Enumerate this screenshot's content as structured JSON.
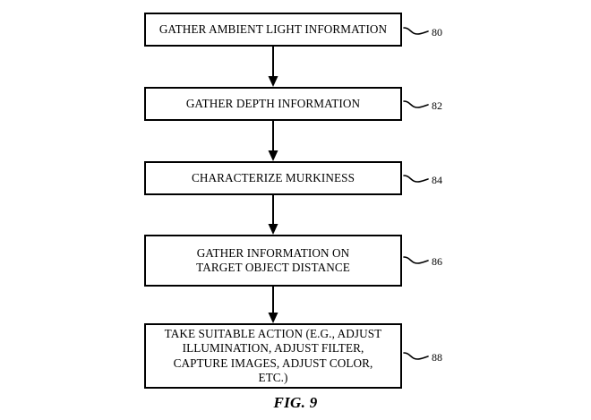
{
  "figure": {
    "caption": "FIG. 9",
    "type": "patent-flowchart",
    "title": "Method for underwater / murky-environment image capture"
  },
  "steps": [
    {
      "ref": "80",
      "label": "GATHER AMBIENT LIGHT INFORMATION",
      "lines": [
        "GATHER AMBIENT LIGHT INFORMATION"
      ]
    },
    {
      "ref": "82",
      "label": "GATHER DEPTH  INFORMATION",
      "lines": [
        "GATHER DEPTH  INFORMATION"
      ]
    },
    {
      "ref": "84",
      "label": "CHARACTERIZE MURKINESS",
      "lines": [
        "CHARACTERIZE MURKINESS"
      ]
    },
    {
      "ref": "86",
      "label": "GATHER INFORMATION ON\nTARGET OBJECT DISTANCE",
      "lines": [
        "GATHER INFORMATION ON",
        "TARGET OBJECT DISTANCE"
      ]
    },
    {
      "ref": "88",
      "label": "TAKE SUITABLE ACTION (E.G., ADJUST\nILLUMINATION, ADJUST FILTER,\nCAPTURE IMAGES, ADJUST COLOR,\nETC.)",
      "lines": [
        "TAKE SUITABLE ACTION (E.G., ADJUST",
        "ILLUMINATION, ADJUST FILTER,",
        "CAPTURE IMAGES, ADJUST COLOR,",
        "ETC.)"
      ]
    }
  ],
  "connectors": [
    {
      "from": "80",
      "to": "82",
      "arrow": "down"
    },
    {
      "from": "82",
      "to": "84",
      "arrow": "down"
    },
    {
      "from": "84",
      "to": "86",
      "arrow": "down"
    },
    {
      "from": "86",
      "to": "88",
      "arrow": "down"
    }
  ],
  "colors": {
    "stroke": "#000000",
    "background": "#ffffff",
    "text": "#000000"
  }
}
